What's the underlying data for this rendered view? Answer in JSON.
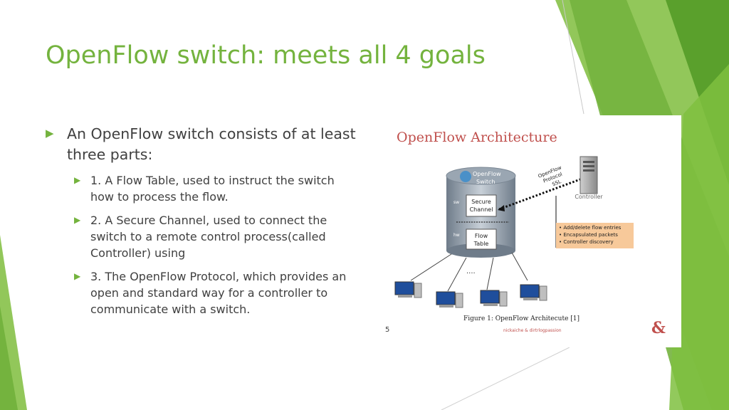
{
  "slide": {
    "title": "OpenFlow switch: meets all 4 goals",
    "page_number": "5",
    "accent_color": "#74b33e",
    "text_color": "#404040"
  },
  "bullets": {
    "main": "An OpenFlow switch consists of at least three parts:",
    "sub": [
      "1. A Flow Table, used to instruct the switch how to process the flow.",
      "2. A Secure Channel, used to connect the switch to a remote control process(called Controller) using",
      "3. The OpenFlow Protocol, which provides an open and standard way for a controller to communicate with a switch."
    ]
  },
  "figure": {
    "title": "OpenFlow Architecture",
    "switch_label": [
      "OpenFlow",
      "Switch"
    ],
    "sw_label": "sw",
    "hw_label": "hw",
    "secure_channel": [
      "Secure",
      "Channel"
    ],
    "flow_table": [
      "Flow",
      "Table"
    ],
    "protocol_label": [
      "OpenFlow",
      "Protocol",
      "SSL"
    ],
    "controller_label": "Controller",
    "controller_notes": [
      "• Add/delete flow entries",
      "• Encapsulated packets",
      "• Controller discovery"
    ],
    "ellipsis": "....",
    "caption": "Figure 1: OpenFlow Architecute [1]",
    "credit": "nickaiche & dirtrlogpassion",
    "logo": "&"
  }
}
